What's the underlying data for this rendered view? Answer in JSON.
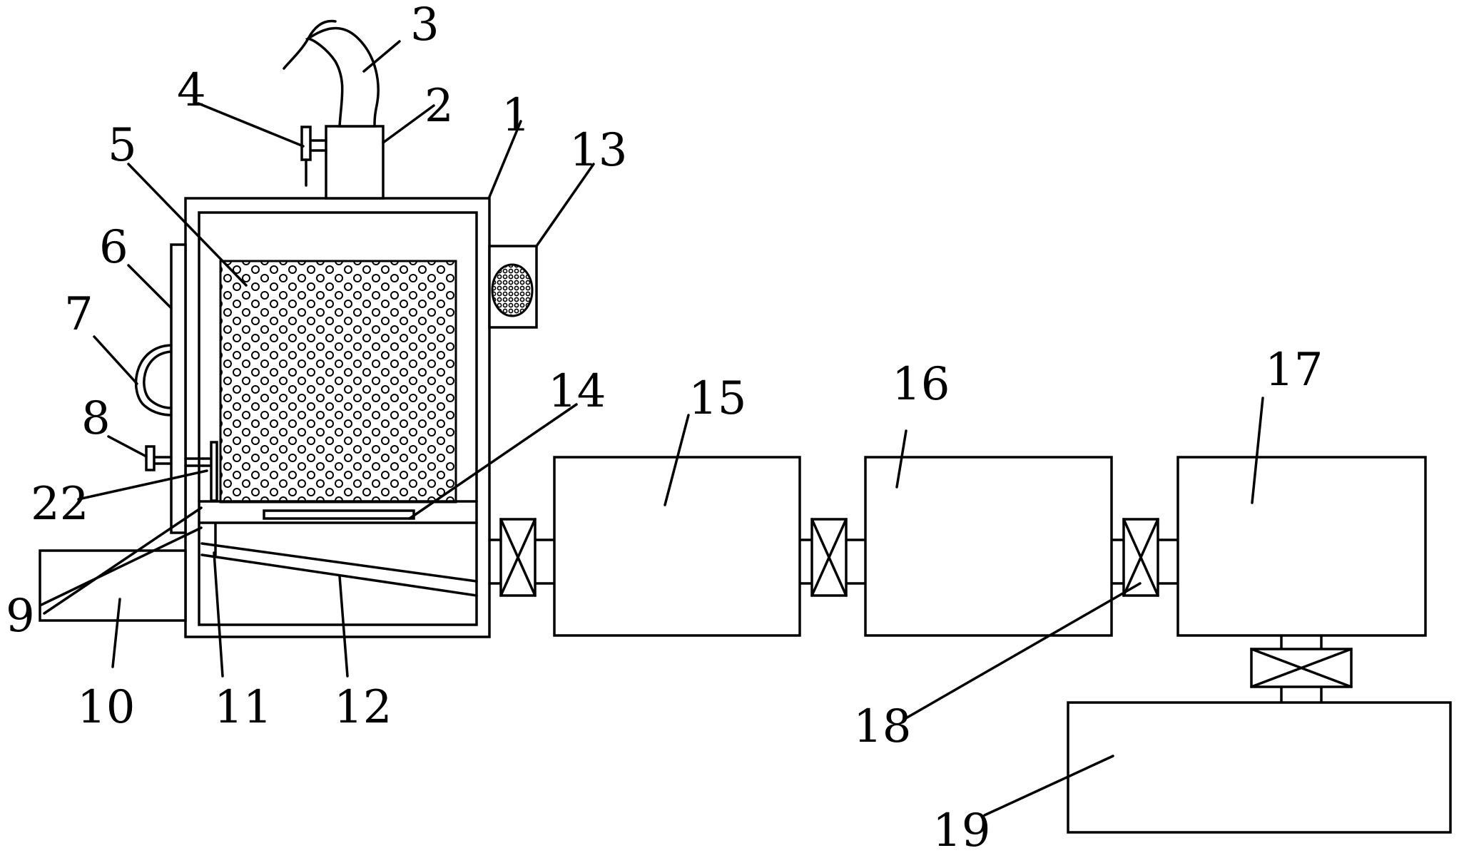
{
  "labels": {
    "n1": "1",
    "n2": "2",
    "n3": "3",
    "n4": "4",
    "n5": "5",
    "n6": "6",
    "n7": "7",
    "n8": "8",
    "n9": "9",
    "n10": "10",
    "n11": "11",
    "n12": "12",
    "n13": "13",
    "n14": "14",
    "n15": "15",
    "n16": "16",
    "n17": "17",
    "n18": "18",
    "n19": "19",
    "n22": "22"
  }
}
